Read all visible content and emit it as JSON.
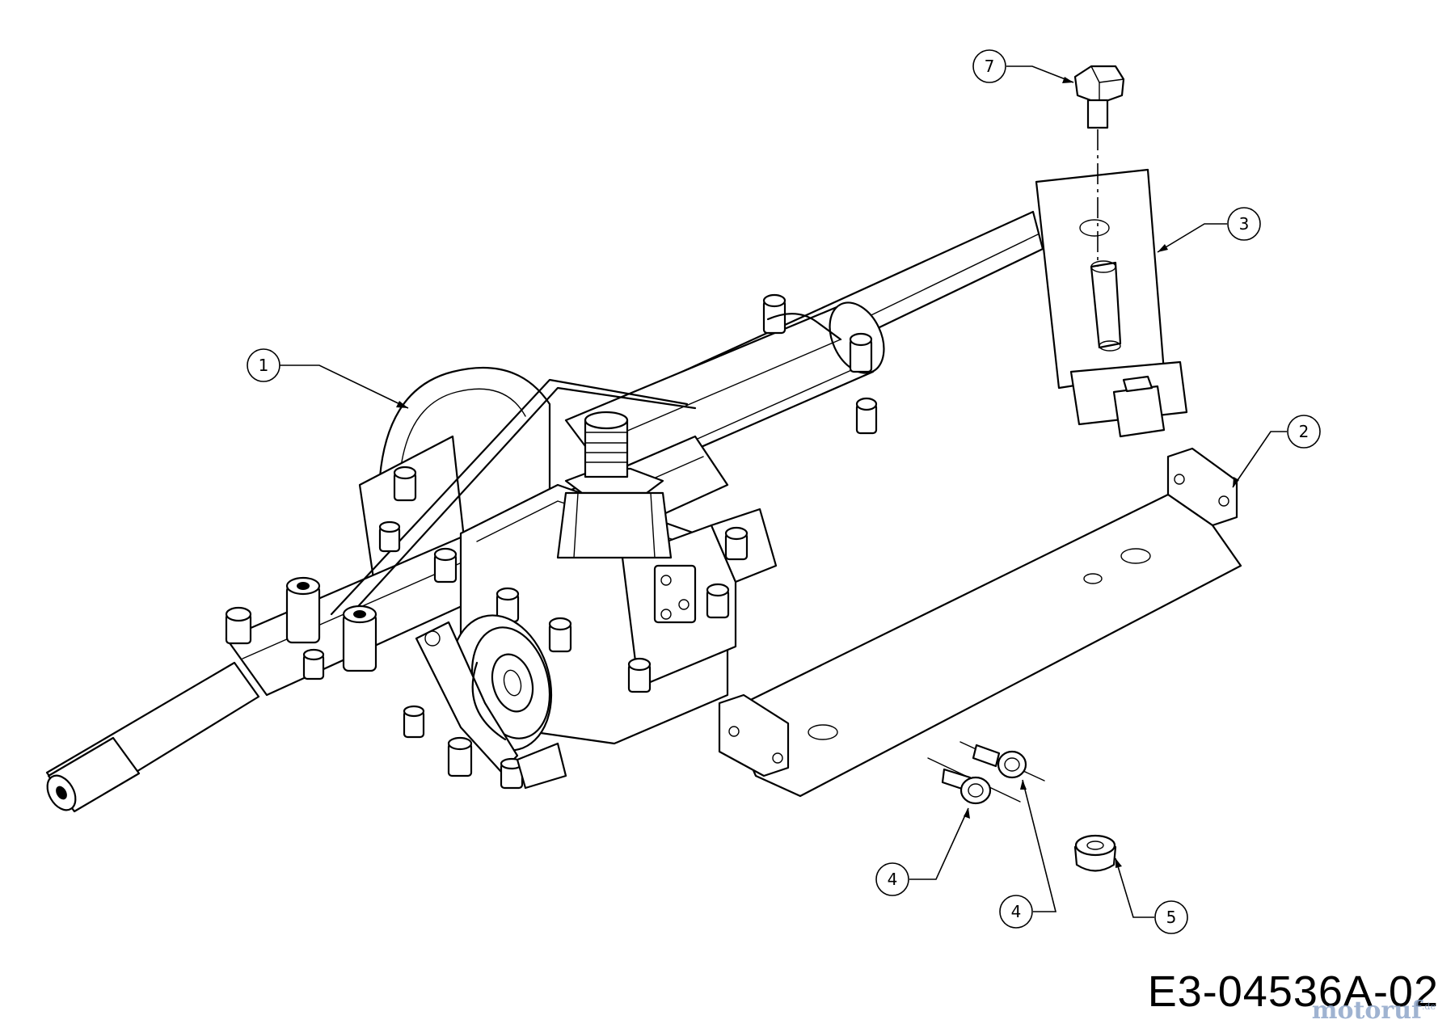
{
  "drawing_code": "E3-04536A-02",
  "watermark": "motoruf",
  "watermark_tld": ".de",
  "callouts": [
    {
      "label": "1",
      "part": "transaxle"
    },
    {
      "label": "2",
      "part": "mounting-bracket"
    },
    {
      "label": "3",
      "part": "support-strap"
    },
    {
      "label": "4",
      "part": "shoulder-bolt"
    },
    {
      "label": "4",
      "part": "shoulder-bolt"
    },
    {
      "label": "5",
      "part": "flange-nut"
    },
    {
      "label": "7",
      "part": "hex-bolt"
    }
  ]
}
